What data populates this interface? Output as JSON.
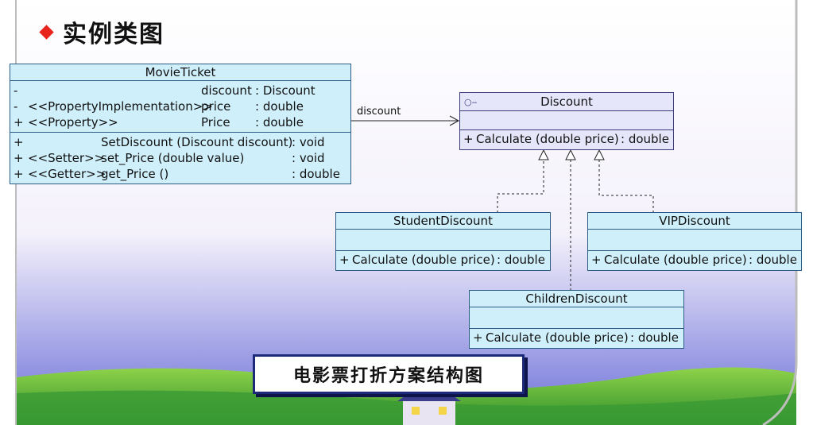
{
  "slide": {
    "title": "实例类图",
    "caption": "电影票打折方案结构图"
  },
  "colors": {
    "class_fill": "#cfeffb",
    "interface_fill": "#e6e6fb",
    "bullet": "#e8251d",
    "caption_border": "#1d2a7a"
  },
  "association": {
    "label": "discount"
  },
  "movie_ticket": {
    "name": "MovieTicket",
    "attributes": [
      {
        "vis": "-",
        "stereo": "",
        "name": "discount",
        "type": ": Discount"
      },
      {
        "vis": "-",
        "stereo": "<<PropertyImplementation>>",
        "name": "price",
        "type": ": double"
      },
      {
        "vis": "+",
        "stereo": "<<Property>>",
        "name": "Price",
        "type": ": double"
      }
    ],
    "operations": [
      {
        "vis": "+",
        "stereo": "",
        "name": "SetDiscount (Discount discount)",
        "type": ": void"
      },
      {
        "vis": "+",
        "stereo": "<<Setter>>",
        "name": "set_Price (double value)",
        "type": ": void"
      },
      {
        "vis": "+",
        "stereo": "<<Getter>>",
        "name": "get_Price ()",
        "type": ": double"
      }
    ]
  },
  "discount": {
    "name": "Discount",
    "icon": "interface-icon",
    "operation": {
      "vis": "+",
      "name": "Calculate (double price)",
      "type": ": double"
    }
  },
  "student_discount": {
    "name": "StudentDiscount",
    "operation": {
      "vis": "+",
      "name": "Calculate (double price)",
      "type": ": double"
    }
  },
  "vip_discount": {
    "name": "VIPDiscount",
    "operation": {
      "vis": "+",
      "name": "Calculate (double price)",
      "type": ": double"
    }
  },
  "children_discount": {
    "name": "ChildrenDiscount",
    "operation": {
      "vis": "+",
      "name": "Calculate (double price)",
      "type": ": double"
    }
  }
}
